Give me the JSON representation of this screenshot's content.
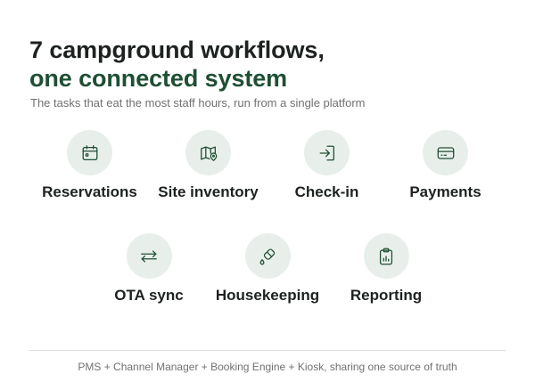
{
  "header": {
    "title_line1": "7 campground workflows,",
    "title_line2": "one connected system",
    "subtitle": "The tasks that eat the most staff hours, run from a single platform"
  },
  "workflows": [
    {
      "label": "Reservations",
      "icon": "calendar-icon"
    },
    {
      "label": "Site inventory",
      "icon": "map-pin-icon"
    },
    {
      "label": "Check-in",
      "icon": "sign-in-icon"
    },
    {
      "label": "Payments",
      "icon": "credit-card-icon"
    },
    {
      "label": "OTA sync",
      "icon": "swap-arrows-icon"
    },
    {
      "label": "Housekeeping",
      "icon": "spray-bottle-icon"
    },
    {
      "label": "Reporting",
      "icon": "clipboard-chart-icon"
    }
  ],
  "footer": {
    "text": "PMS + Channel Manager + Booking Engine + Kiosk, sharing one source of truth"
  },
  "colors": {
    "accent_green": "#1f4f33",
    "icon_background": "#e8efeb",
    "text_dark": "#1d2220",
    "text_muted": "#6f7270"
  }
}
